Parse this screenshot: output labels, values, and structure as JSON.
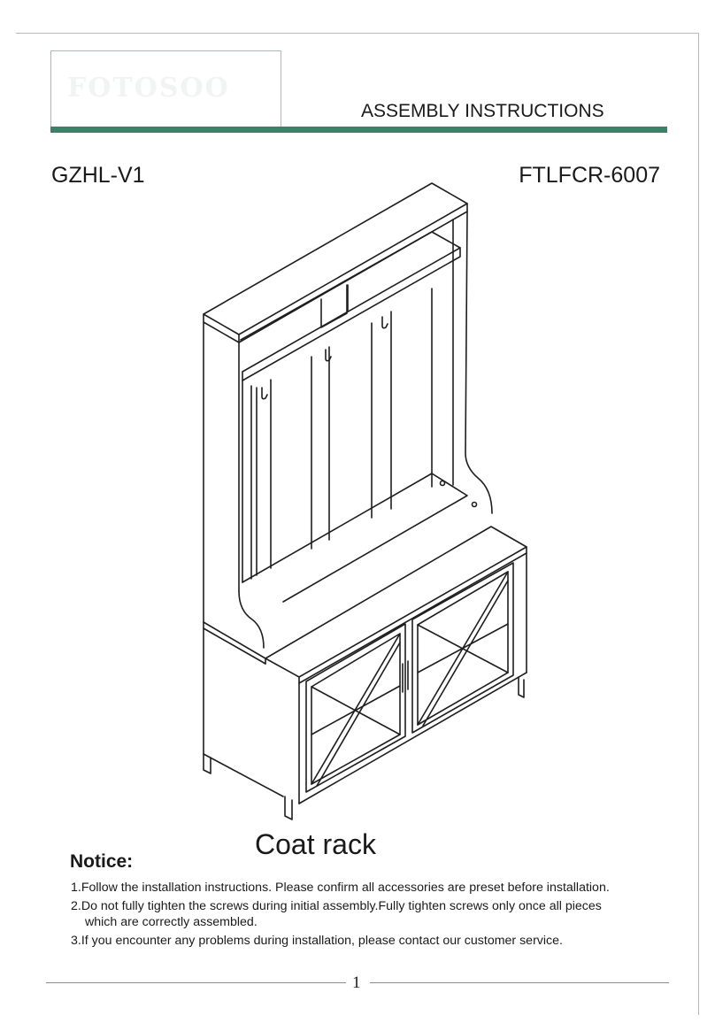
{
  "header": {
    "logo_text": "FOTOSOO",
    "title": "ASSEMBLY INSTRUCTIONS",
    "accent_color": "#3e8068"
  },
  "model": {
    "code_left": "GZHL-V1",
    "code_right": "FTLFCR-6007"
  },
  "product": {
    "name": "Coat rack",
    "illustration_icon": "coat-rack-line-drawing"
  },
  "notice": {
    "heading": "Notice:",
    "items": [
      "1.Follow the installation instructions. Please confirm all accessories are preset before installation.",
      "2.Do not fully tighten the screws during initial assembly.Fully tighten screws only once all pieces",
      "which are correctly assembled.",
      "3.If you encounter any problems during installation, please contact our customer service."
    ]
  },
  "footer": {
    "page_number": "1"
  }
}
